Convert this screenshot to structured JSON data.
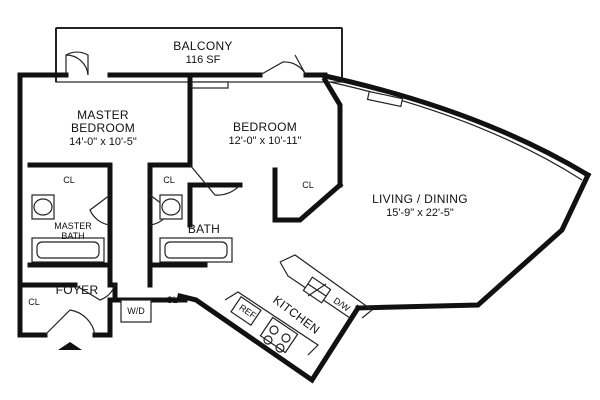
{
  "rooms": {
    "balcony": {
      "name": "BALCONY",
      "area": "116 SF"
    },
    "master_bedroom": {
      "name_line1": "MASTER",
      "name_line2": "BEDROOM",
      "dims": "14'-0\" x 10'-5\""
    },
    "bedroom": {
      "name": "BEDROOM",
      "dims": "12'-0\" x 10'-11\""
    },
    "living_dining": {
      "name": "LIVING / DINING",
      "dims": "15'-9\" x 22'-5\""
    },
    "master_bath": {
      "name_line1": "MASTER",
      "name_line2": "BATH"
    },
    "bath": {
      "name": "BATH"
    },
    "foyer": {
      "name": "FOYER"
    },
    "kitchen": {
      "name": "KITCHEN"
    }
  },
  "fixtures": {
    "closet": "CL",
    "washer_dryer": "W/D",
    "refrigerator": "REF",
    "dishwasher": "D/W"
  }
}
